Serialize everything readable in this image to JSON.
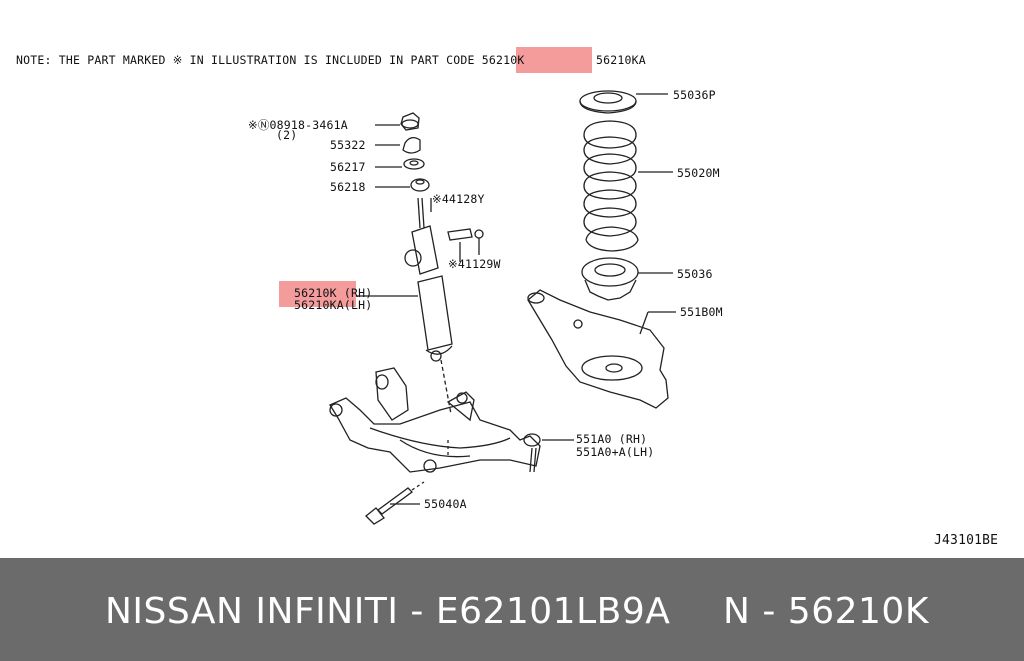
{
  "diagram": {
    "note": "NOTE: THE PART MARKED ※ IN ILLUSTRATION IS INCLUDED IN PART CODE 56210K",
    "note_alt_code": "56210KA",
    "top_highlight": "56210K",
    "labels": {
      "p55036P": "55036P",
      "p55020M": "55020M",
      "p55036": "55036",
      "p551B0M": "551B0M",
      "p08918": "※Ⓝ08918-3461A",
      "p08918_qty": "(2)",
      "p55322": "55322",
      "p56217": "56217",
      "p56218": "56218",
      "p44128Y": "※44128Y",
      "p41129W": "※41129W",
      "p56210K": "56210K (RH)",
      "p56210KA": "56210KA(LH)",
      "p551A0": "551A0 (RH)",
      "p551A0A": "551A0+A(LH)",
      "p55040A": "55040A",
      "drawing_code": "J43101BE"
    }
  },
  "footer": {
    "left_text": "NISSAN  INFINITI - E62101LB9A",
    "right_text": "N - 56210K"
  }
}
